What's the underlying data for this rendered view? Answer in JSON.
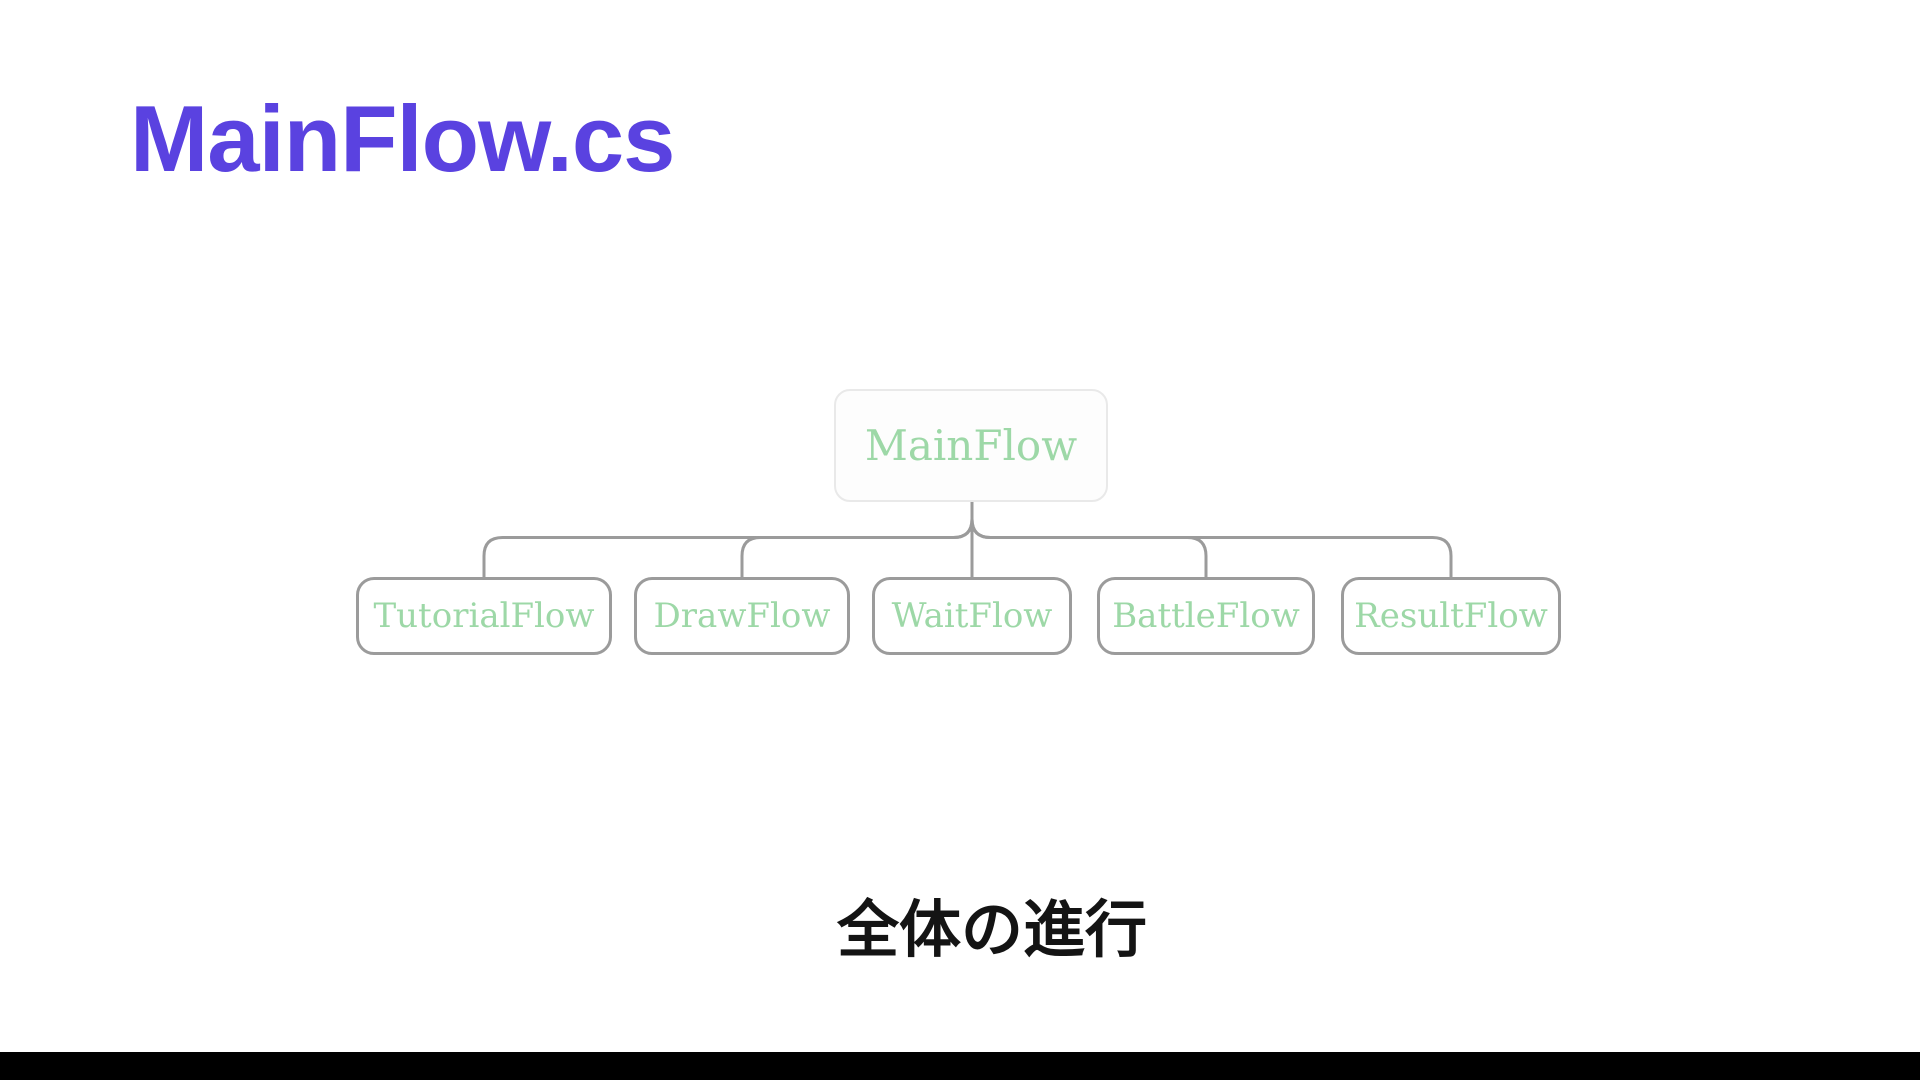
{
  "title": {
    "text": "MainFlow.cs"
  },
  "diagram": {
    "root": {
      "label": "MainFlow"
    },
    "children": [
      {
        "label": "TutorialFlow"
      },
      {
        "label": "DrawFlow"
      },
      {
        "label": "WaitFlow"
      },
      {
        "label": "BattleFlow"
      },
      {
        "label": "ResultFlow"
      }
    ]
  },
  "caption": {
    "text": "全体の進行"
  },
  "colors": {
    "title": "#5a42e0",
    "node_text": "#9dd8a7",
    "connector": "#9b9b9b",
    "root_border": "#e9e9e9",
    "caption": "#141414",
    "background": "#ffffff",
    "bottom_bar": "#000000"
  }
}
